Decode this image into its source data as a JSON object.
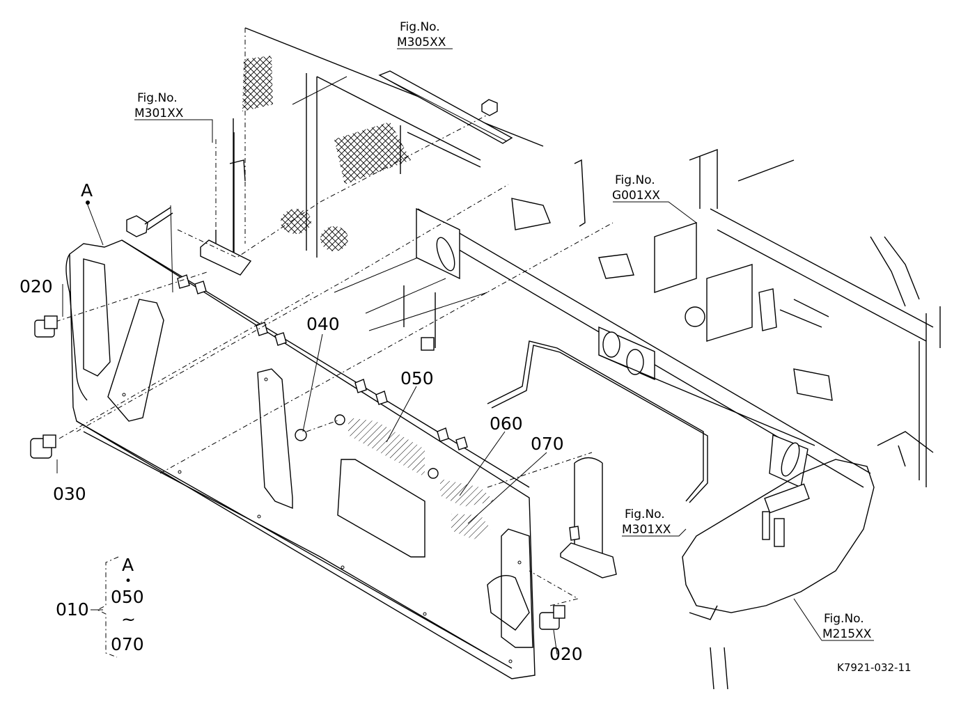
{
  "callouts": {
    "c010": "010",
    "c020_left": "020",
    "c020_right": "020",
    "c030": "030",
    "c040": "040",
    "c050": "050",
    "c060": "060",
    "c070": "070",
    "view_a": "A"
  },
  "assembly_legend": {
    "top": "A",
    "dot": "•",
    "from": "050",
    "tilde": "~",
    "to": "070"
  },
  "figure_refs": [
    {
      "label": "Fig.No.",
      "code": "M305XX"
    },
    {
      "label": "Fig.No.",
      "code": "M301XX"
    },
    {
      "label": "Fig.No.",
      "code": "G001XX"
    },
    {
      "label": "Fig.No.",
      "code": "M301XX"
    },
    {
      "label": "Fig.No.",
      "code": "M215XX"
    }
  ],
  "drawing_code": "K7921-032-11"
}
